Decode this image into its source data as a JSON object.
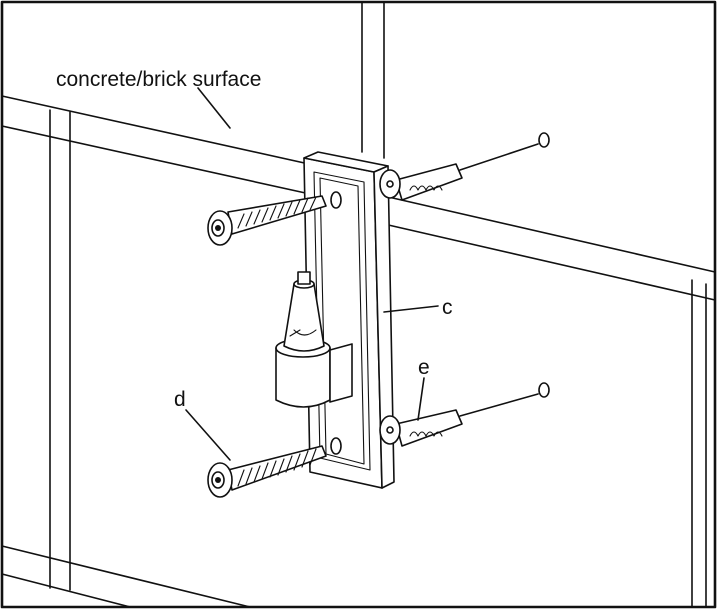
{
  "labels": {
    "surface": "concrete/brick surface",
    "c": "c",
    "d": "d",
    "e": "e"
  },
  "colors": {
    "stroke": "#111111",
    "background": "#ffffff"
  }
}
